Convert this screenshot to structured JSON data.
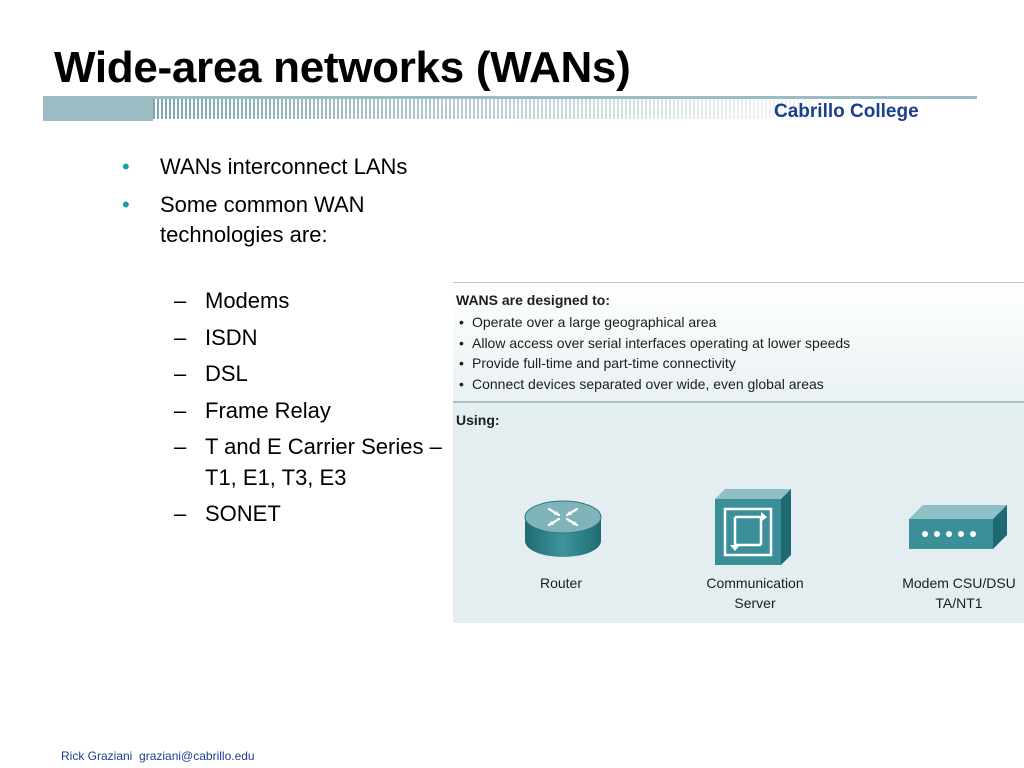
{
  "slide": {
    "title": "Wide-area networks (WANs)",
    "college": "Cabrillo College",
    "footer": "Rick Graziani  graziani@cabrillo.edu"
  },
  "bullets": [
    "WANs interconnect LANs",
    "Some common WAN technologies are:"
  ],
  "subbullets": [
    "Modems",
    "ISDN",
    "DSL",
    "Frame Relay",
    "T and E Carrier Series – T1, E1, T3, E3",
    "SONET"
  ],
  "figure": {
    "heading": "WANS are designed to:",
    "items": [
      "Operate over a large geographical area",
      "Allow access over serial interfaces operating at lower speeds",
      "Provide full-time and part-time connectivity",
      "Connect devices separated over wide, even global areas"
    ],
    "using": "Using:",
    "devices": {
      "router": "Router",
      "comm_line1": "Communication",
      "comm_line2": "Server",
      "modem_line1": "Modem CSU/DSU",
      "modem_line2": "TA/NT1"
    }
  },
  "colors": {
    "bullet_accent": "#1aa0a8",
    "college_text": "#1b3f8f",
    "device_teal": "#2e7d85",
    "header_band": "#9bbcc3"
  }
}
